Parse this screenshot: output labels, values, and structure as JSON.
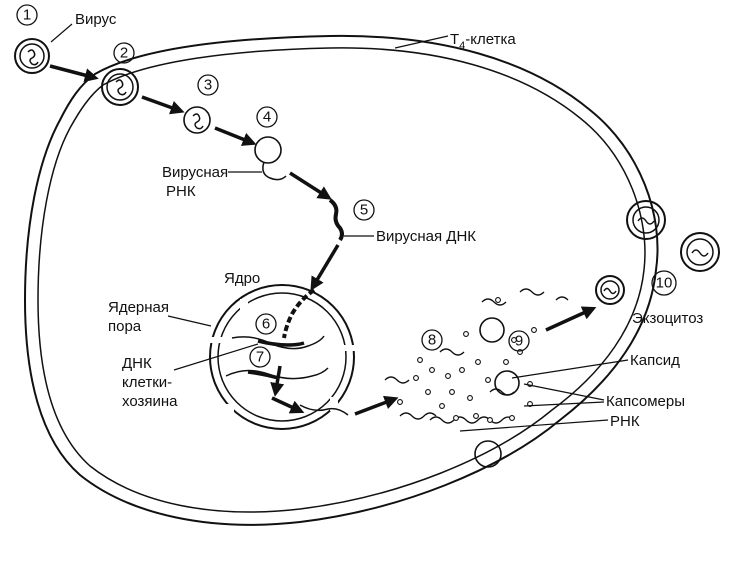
{
  "colors": {
    "ink": "#111111",
    "background": "#ffffff"
  },
  "steps": [
    "1",
    "2",
    "3",
    "4",
    "5",
    "6",
    "7",
    "8",
    "9",
    "10"
  ],
  "labels": {
    "virus": "Вирус",
    "cell_prefix": "Т",
    "cell_subscript": "4",
    "cell_suffix": "-клетка",
    "viral_rna_line1": "Вирусная",
    "viral_rna_line2": "РНК",
    "viral_dna": "Вирусная ДНК",
    "nucleus": "Ядро",
    "nuclear_pore_line1": "Ядерная",
    "nuclear_pore_line2": "пора",
    "host_dna_line1": "ДНК",
    "host_dna_line2": "клетки-",
    "host_dna_line3": "хозяина",
    "capsid": "Капсид",
    "capsomeres": "Капсомеры",
    "rna": "РНК",
    "exocytosis": "Экзоцитоз"
  }
}
